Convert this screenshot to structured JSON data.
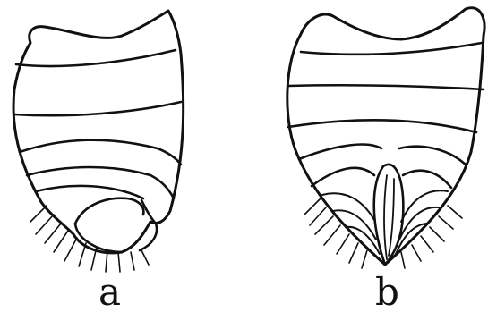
{
  "panels": [
    {
      "id": "a",
      "label": "a"
    },
    {
      "id": "b",
      "label": "b"
    }
  ],
  "colors": {
    "ink": "#111111",
    "background": "#ffffff"
  }
}
